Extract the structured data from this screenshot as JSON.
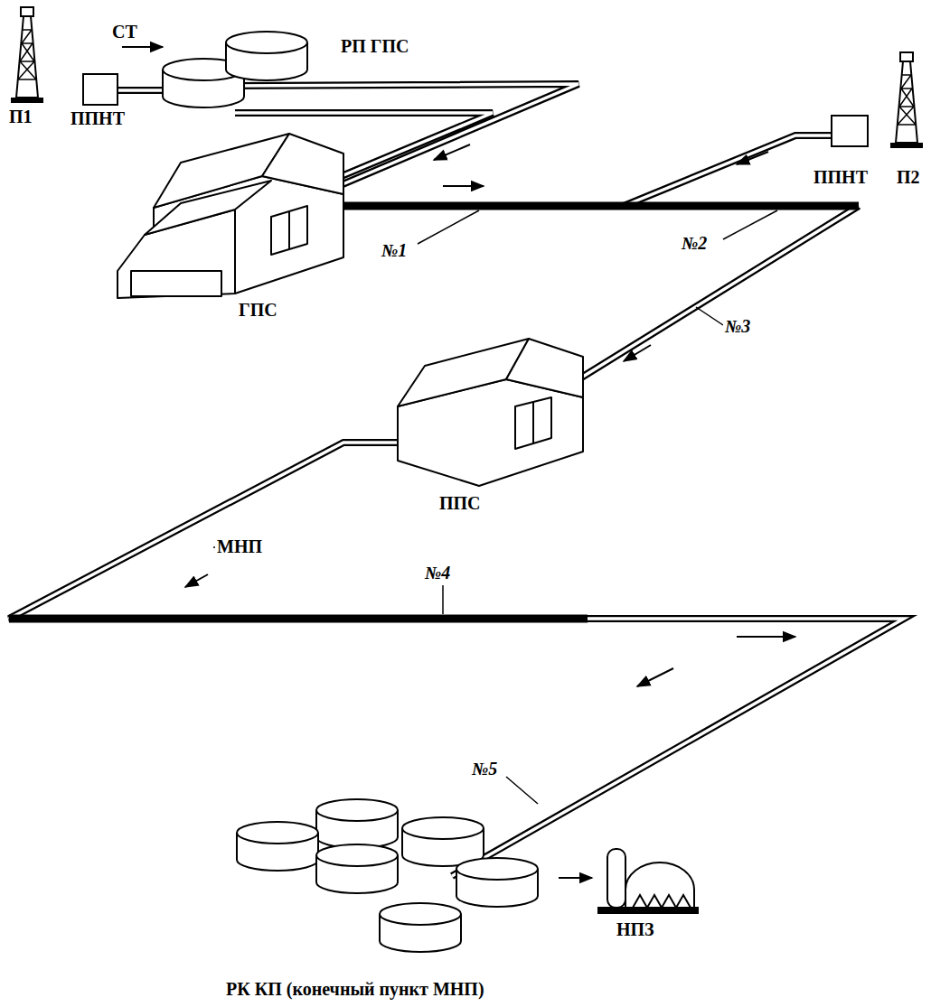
{
  "diagram": {
    "labels": [
      "П1",
      "ППНТ",
      "СТ",
      "РП ГПС",
      "ППНТ",
      "П2",
      "ГПС",
      "№1",
      "№2",
      "№3",
      "ППС",
      "МНП",
      "№4",
      "№5",
      "НПЗ",
      "РК КП (конечный пункт МНП)"
    ]
  }
}
